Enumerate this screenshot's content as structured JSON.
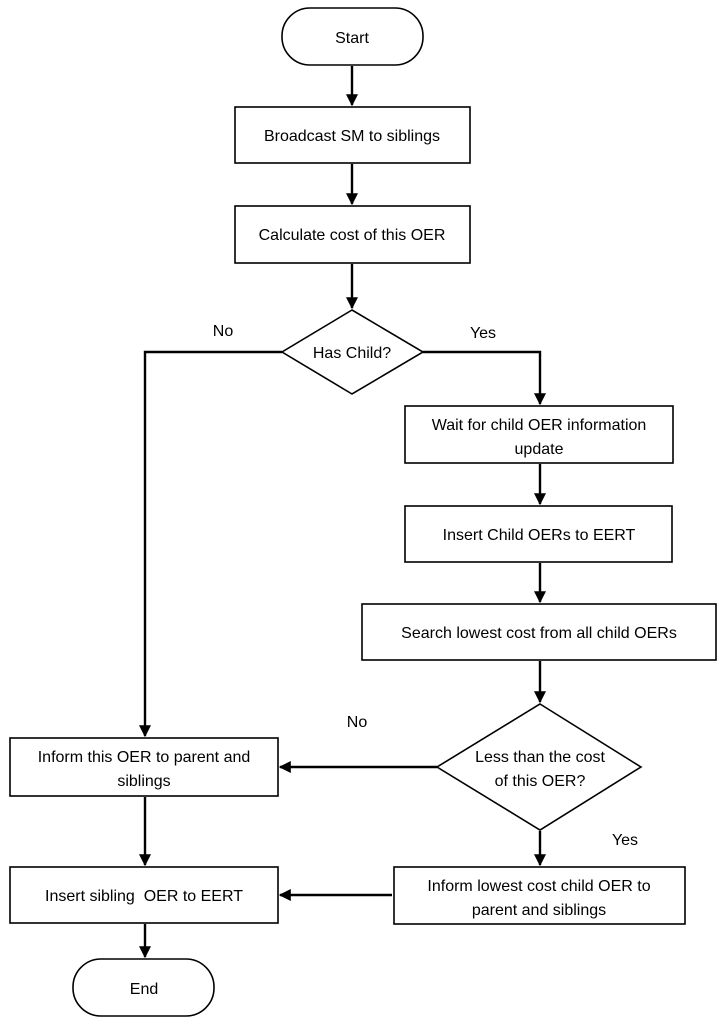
{
  "flowchart": {
    "nodes": {
      "start": {
        "lines": [
          "Start"
        ]
      },
      "broadcast": {
        "lines": [
          "Broadcast SM to siblings"
        ]
      },
      "calculate": {
        "lines": [
          "Calculate cost of this OER"
        ]
      },
      "has_child": {
        "lines": [
          "Has Child?"
        ]
      },
      "wait": {
        "lines": [
          "Wait for child OER information",
          "update"
        ]
      },
      "insert_child": {
        "lines": [
          "Insert Child OERs to EERT"
        ]
      },
      "search": {
        "lines": [
          "Search lowest cost from all child OERs"
        ]
      },
      "less_than": {
        "lines": [
          "Less than the cost",
          "of this OER?"
        ]
      },
      "inform_this": {
        "lines": [
          "Inform this OER to parent and",
          "siblings"
        ]
      },
      "inform_lowest": {
        "lines": [
          "Inform lowest cost child OER to",
          "parent and siblings"
        ]
      },
      "insert_sibling": {
        "lines": [
          "Insert sibling  OER to EERT"
        ]
      },
      "end": {
        "lines": [
          "End"
        ]
      }
    },
    "edge_labels": {
      "has_child_no": "No",
      "has_child_yes": "Yes",
      "less_than_no": "No",
      "less_than_yes": "Yes"
    }
  }
}
